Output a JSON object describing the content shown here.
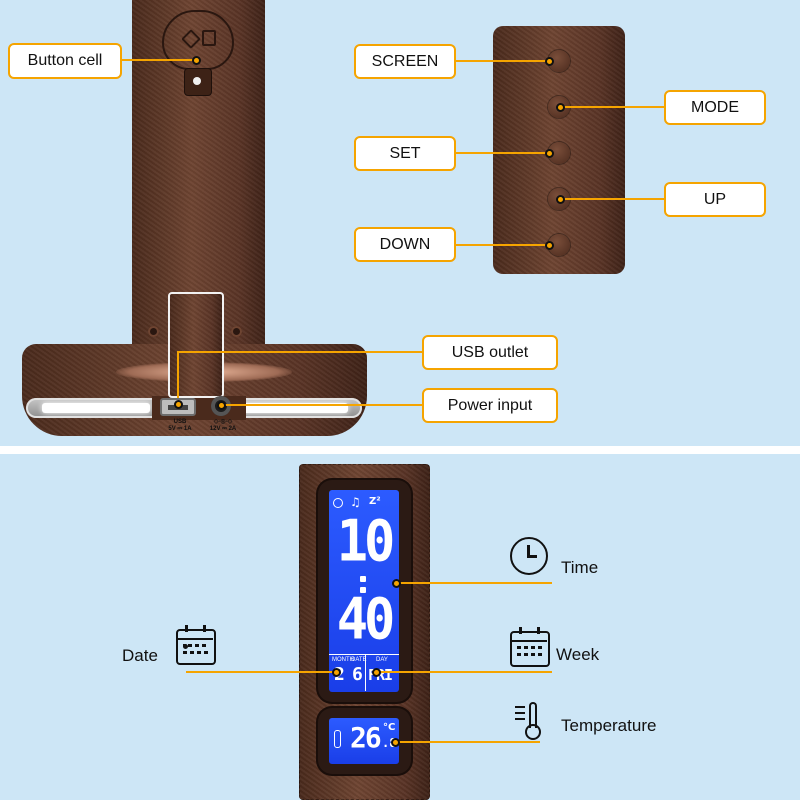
{
  "top": {
    "callouts": {
      "button_cell": "Button cell",
      "screen": "SCREEN",
      "mode": "MODE",
      "set": "SET",
      "up": "UP",
      "down": "DOWN",
      "usb_outlet": "USB outlet",
      "power_input": "Power input"
    },
    "ports": {
      "usb_line1": "USB",
      "usb_line2": "5V ⎓ 1A",
      "power_line1": "◇-◎-◇",
      "power_line2": "12V ⎓ 2A"
    }
  },
  "bottom": {
    "labels": {
      "time": "Time",
      "date": "Date",
      "week": "Week",
      "temperature": "Temperature"
    },
    "lcd": {
      "hour": "10",
      "minute": "40",
      "month_label": "MONTH",
      "date_label": "DATE",
      "day_label": "DAY",
      "month": "2",
      "date": "6",
      "day": "FRI",
      "temp_int": "26",
      "temp_dec": ".8",
      "temp_unit": "°C",
      "sleep_text": "Z²"
    }
  },
  "colors": {
    "background": "#cde6f6",
    "accent": "#f5a400",
    "lcd_blue": "#1f4fff",
    "leather": "#5a3426"
  },
  "icons": [
    "battery-cover-icon",
    "clock-icon",
    "music-note-icon",
    "sleep-icon",
    "calendar-icon",
    "thermometer-icon",
    "time-clock-icon"
  ]
}
